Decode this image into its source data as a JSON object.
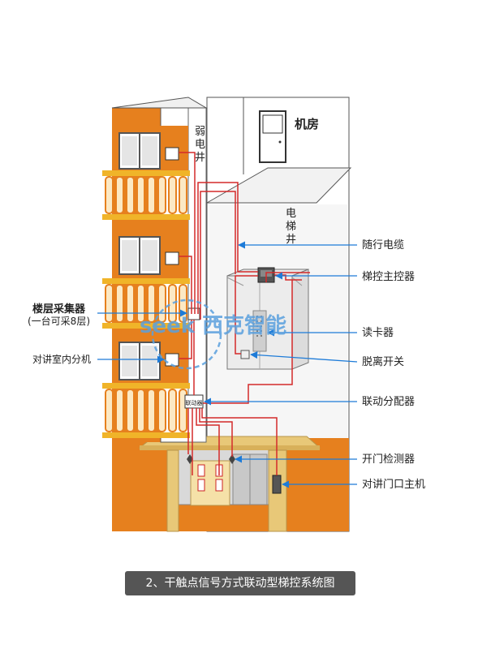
{
  "machine_room": "机房",
  "weak_well": [
    "弱",
    "电",
    "井"
  ],
  "elevator_shaft": [
    "电",
    "梯",
    "井"
  ],
  "left_labels": {
    "floor_collector": "楼层采集器",
    "floor_collector_note": "(一台可采8层)",
    "indoor_unit": "对讲室内分机"
  },
  "right_labels": {
    "traveling_cable": "随行电缆",
    "main_controller": "梯控主控器",
    "card_reader": "读卡器",
    "disconnect_switch": "脱离开关",
    "linkage_distributor": "联动分配器",
    "door_detector": "开门检测器",
    "door_station": "对讲门口主机"
  },
  "distributor_box_text": "联动器",
  "watermark": "seek 西克智能",
  "caption": "2、干触点信号方式联动型梯控系统图",
  "colors": {
    "building_orange": "#e6801e",
    "balcony_cream": "#fce9c4",
    "slab_yellow": "#f0b429",
    "canopy_tan": "#e8c878",
    "red_wire": "#d42a2a",
    "blue_line": "#1d7bd8",
    "watermark_blue": "#5aa0de"
  }
}
